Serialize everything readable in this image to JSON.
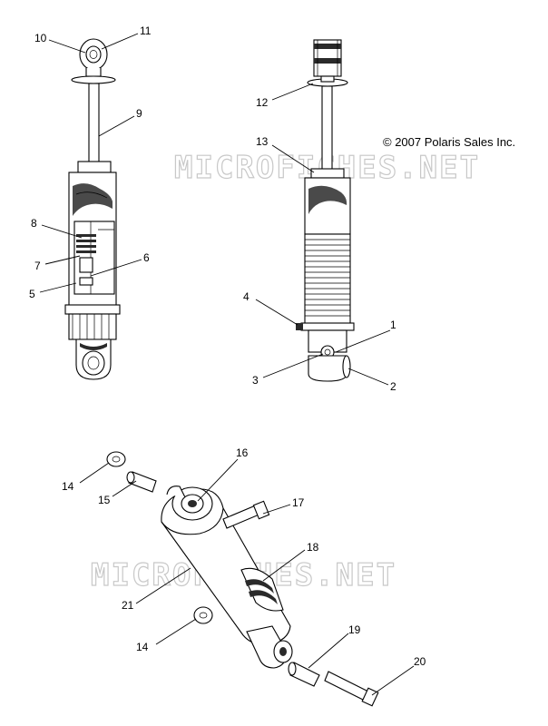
{
  "copyright": "© 2007 Polaris Sales Inc.",
  "watermark": "MICROFICHES.NET",
  "callouts": [
    {
      "id": "c10",
      "text": "10"
    },
    {
      "id": "c11",
      "text": "11"
    },
    {
      "id": "c9",
      "text": "9"
    },
    {
      "id": "c8",
      "text": "8"
    },
    {
      "id": "c7",
      "text": "7"
    },
    {
      "id": "c6",
      "text": "6"
    },
    {
      "id": "c5",
      "text": "5"
    },
    {
      "id": "c12",
      "text": "12"
    },
    {
      "id": "c13",
      "text": "13"
    },
    {
      "id": "c4",
      "text": "4"
    },
    {
      "id": "c1",
      "text": "1"
    },
    {
      "id": "c3",
      "text": "3"
    },
    {
      "id": "c2",
      "text": "2"
    },
    {
      "id": "c16",
      "text": "16"
    },
    {
      "id": "c14a",
      "text": "14"
    },
    {
      "id": "c15",
      "text": "15"
    },
    {
      "id": "c17",
      "text": "17"
    },
    {
      "id": "c18",
      "text": "18"
    },
    {
      "id": "c21",
      "text": "21"
    },
    {
      "id": "c14b",
      "text": "14"
    },
    {
      "id": "c19",
      "text": "19"
    },
    {
      "id": "c20",
      "text": "20"
    }
  ]
}
